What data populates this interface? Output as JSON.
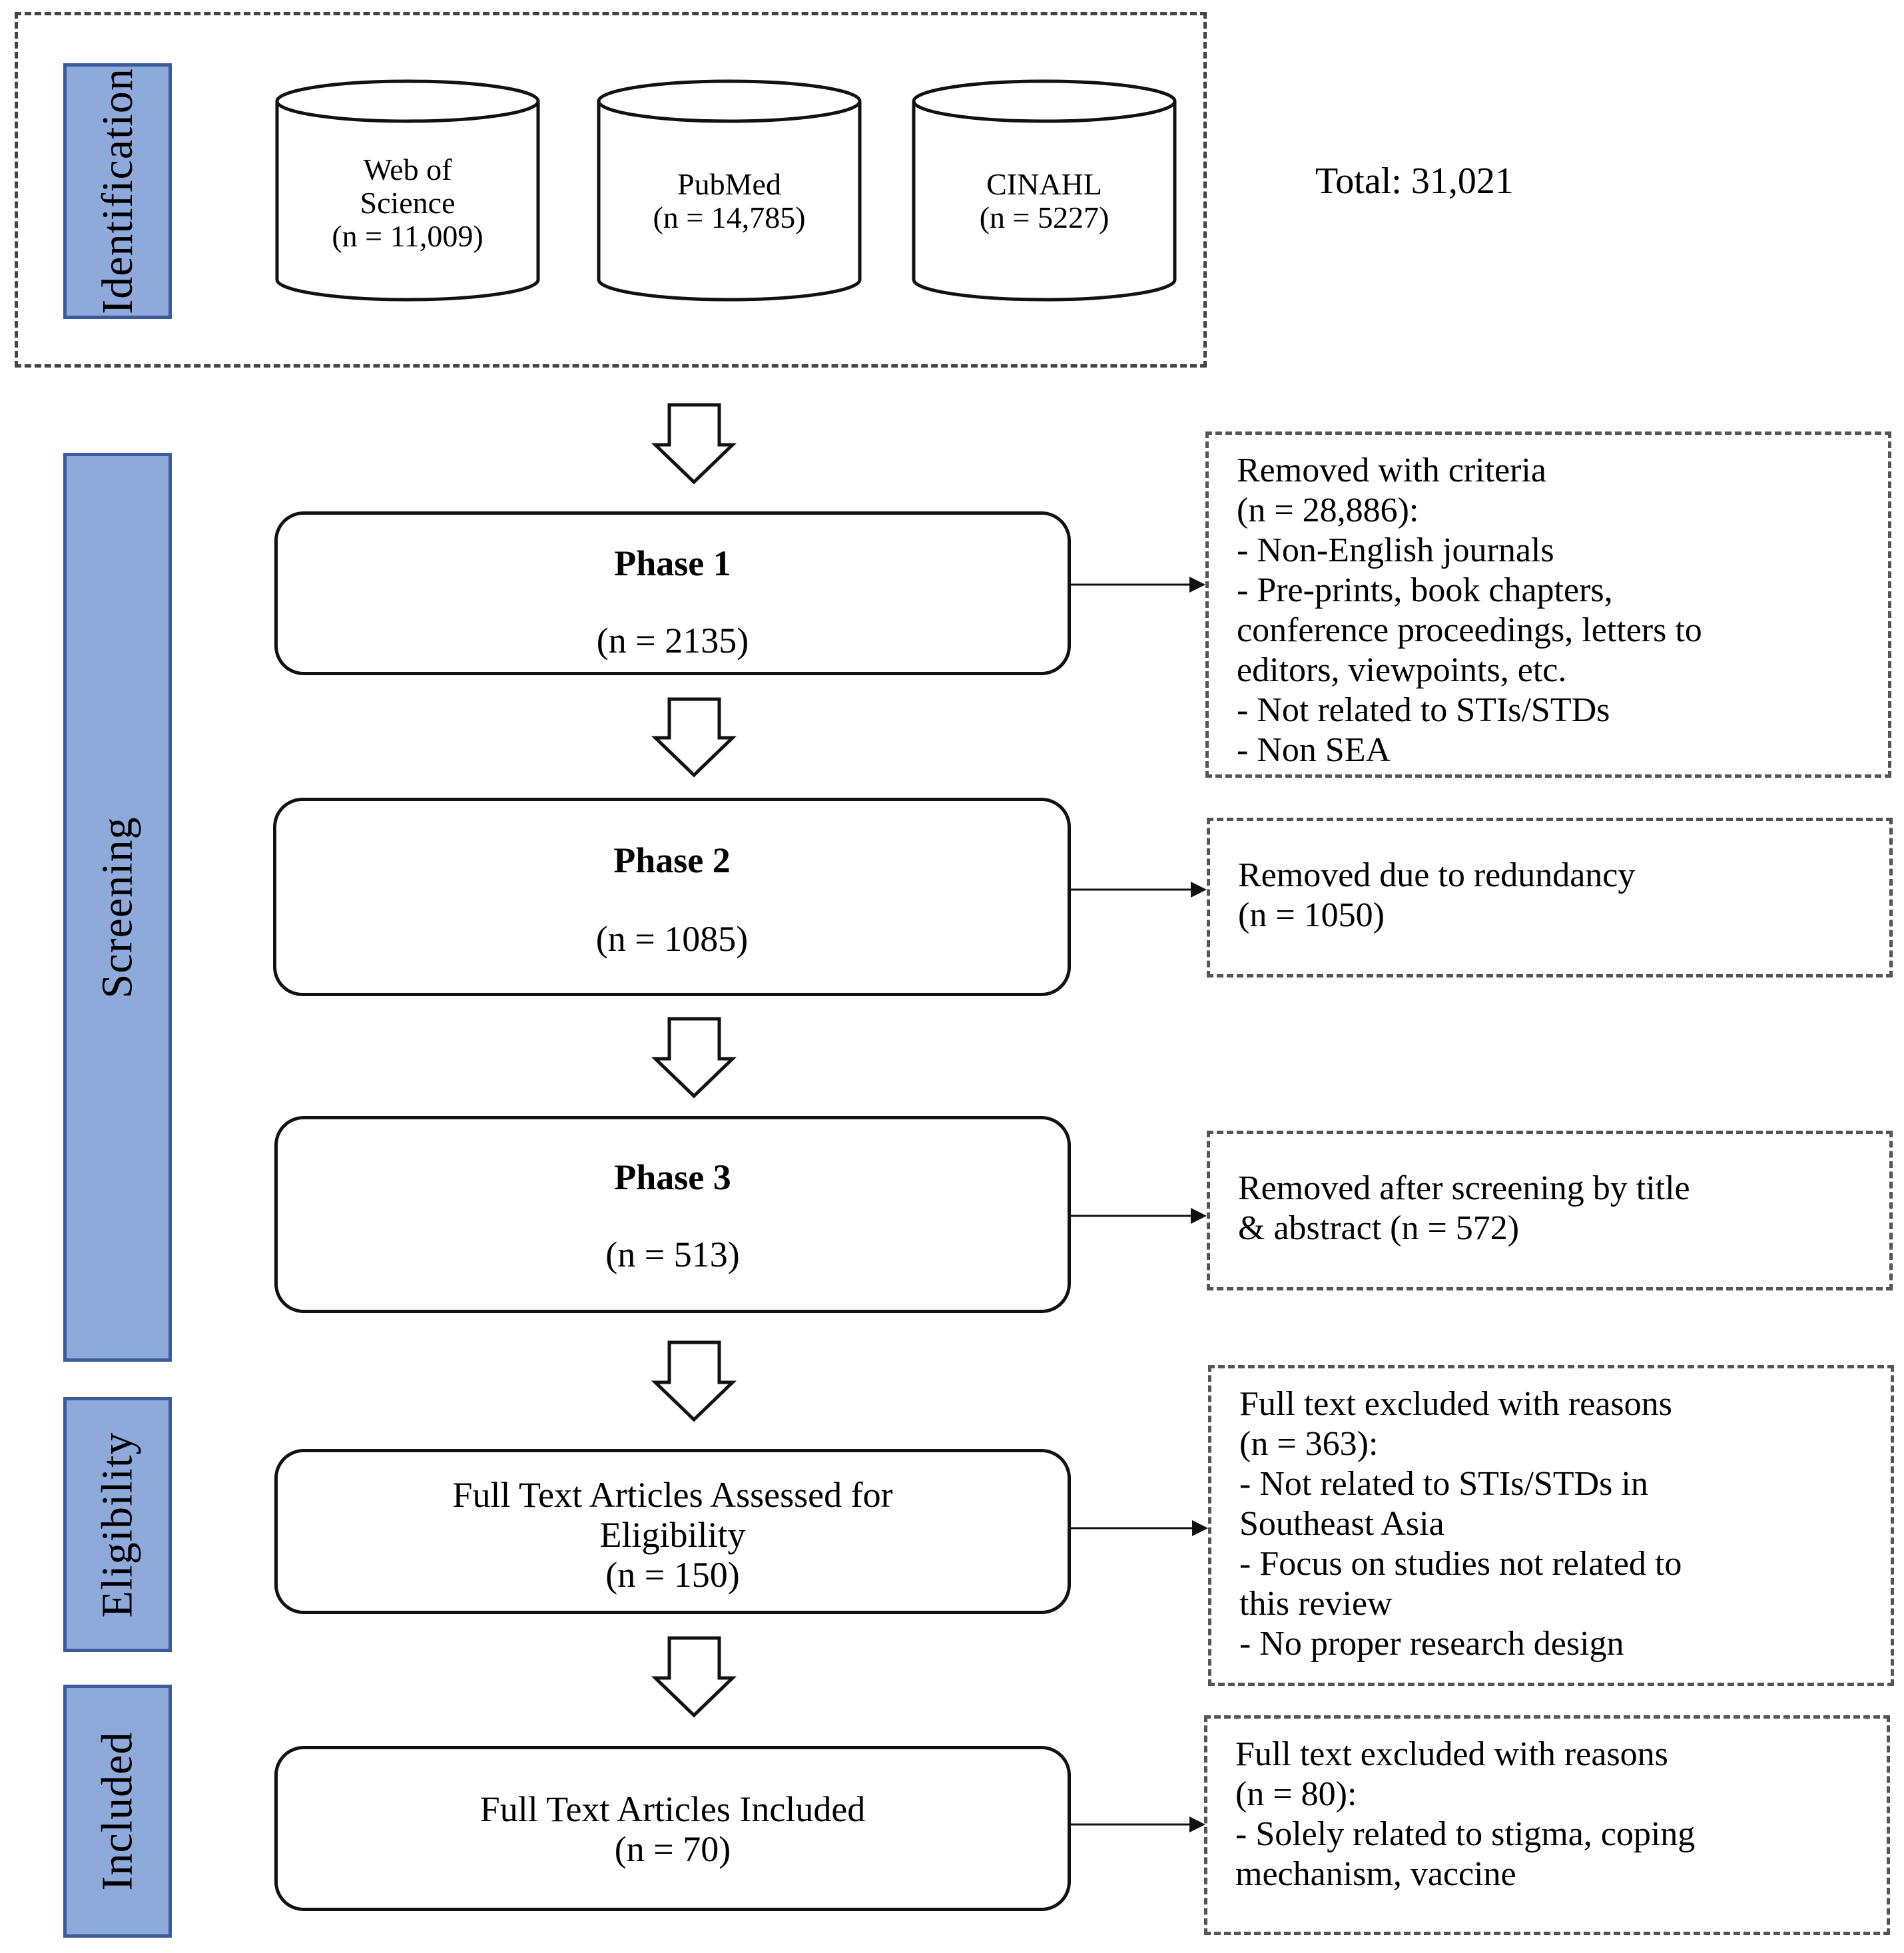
{
  "stages": {
    "identification": "Identification",
    "screening": "Screening",
    "eligibility": "Eligibility",
    "included": "Included"
  },
  "databases": [
    {
      "name_line1": "Web of",
      "name_line2": "Science",
      "count": "(n = 11,009)"
    },
    {
      "name_line1": "PubMed",
      "name_line2": "",
      "count": "(n = 14,785)"
    },
    {
      "name_line1": "CINAHL",
      "name_line2": "",
      "count": "(n = 5227)"
    }
  ],
  "total": "Total: 31,021",
  "phases": [
    {
      "title": "Phase 1",
      "count": "(n = 2135)"
    },
    {
      "title": "Phase 2",
      "count": "(n = 1085)"
    },
    {
      "title": "Phase 3",
      "count": "(n = 513)"
    }
  ],
  "eligibility_box": {
    "line1": "Full Text Articles Assessed for",
    "line2": "Eligibility",
    "count": "(n = 150)"
  },
  "included_box": {
    "line1": "Full Text Articles Included",
    "count": "(n = 70)"
  },
  "removed": [
    {
      "lines": [
        "Removed with criteria",
        "(n = 28,886):",
        "- Non-English journals",
        "- Pre-prints, book chapters,",
        "conference proceedings, letters to",
        "editors, viewpoints, etc.",
        "- Not related to STIs/STDs",
        "- Non SEA"
      ]
    },
    {
      "lines": [
        "Removed due to redundancy",
        "(n = 1050)"
      ]
    },
    {
      "lines": [
        "Removed after screening by title",
        "& abstract (n = 572)"
      ]
    },
    {
      "lines": [
        "Full text excluded with reasons",
        "(n = 363):",
        "- Not related to STIs/STDs in",
        "Southeast Asia",
        "- Focus on studies not related to",
        "this review",
        "- No proper research design"
      ]
    },
    {
      "lines": [
        "Full text excluded with reasons",
        "(n = 80):",
        "- Solely related to stigma, coping",
        "mechanism, vaccine"
      ]
    }
  ],
  "colors": {
    "stage_fill": "#8eaadb",
    "stage_border": "#3a5c9b"
  }
}
